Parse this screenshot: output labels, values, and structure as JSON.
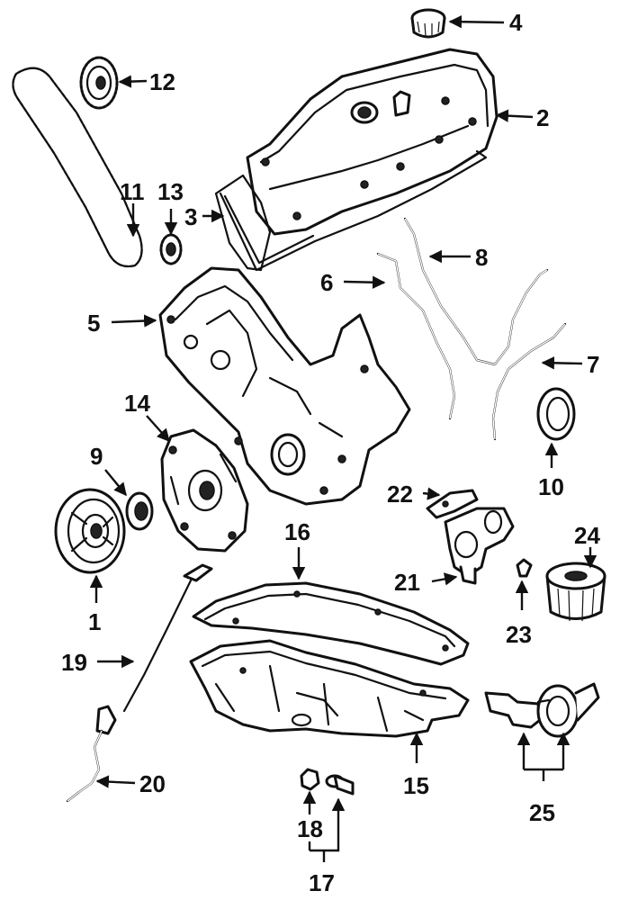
{
  "diagram": {
    "callouts": [
      {
        "id": "c4",
        "number": "4"
      },
      {
        "id": "c12",
        "number": "12"
      },
      {
        "id": "c2",
        "number": "2"
      },
      {
        "id": "c11",
        "number": "11"
      },
      {
        "id": "c13",
        "number": "13"
      },
      {
        "id": "c3",
        "number": "3"
      },
      {
        "id": "c8",
        "number": "8"
      },
      {
        "id": "c6",
        "number": "6"
      },
      {
        "id": "c5",
        "number": "5"
      },
      {
        "id": "c7",
        "number": "7"
      },
      {
        "id": "c14",
        "number": "14"
      },
      {
        "id": "c9",
        "number": "9"
      },
      {
        "id": "c10",
        "number": "10"
      },
      {
        "id": "c22",
        "number": "22"
      },
      {
        "id": "c16",
        "number": "16"
      },
      {
        "id": "c24",
        "number": "24"
      },
      {
        "id": "c21",
        "number": "21"
      },
      {
        "id": "c1",
        "number": "1"
      },
      {
        "id": "c23",
        "number": "23"
      },
      {
        "id": "c19",
        "number": "19"
      },
      {
        "id": "c20",
        "number": "20"
      },
      {
        "id": "c15",
        "number": "15"
      },
      {
        "id": "c25",
        "number": "25"
      },
      {
        "id": "c18",
        "number": "18"
      },
      {
        "id": "c17",
        "number": "17"
      }
    ]
  }
}
